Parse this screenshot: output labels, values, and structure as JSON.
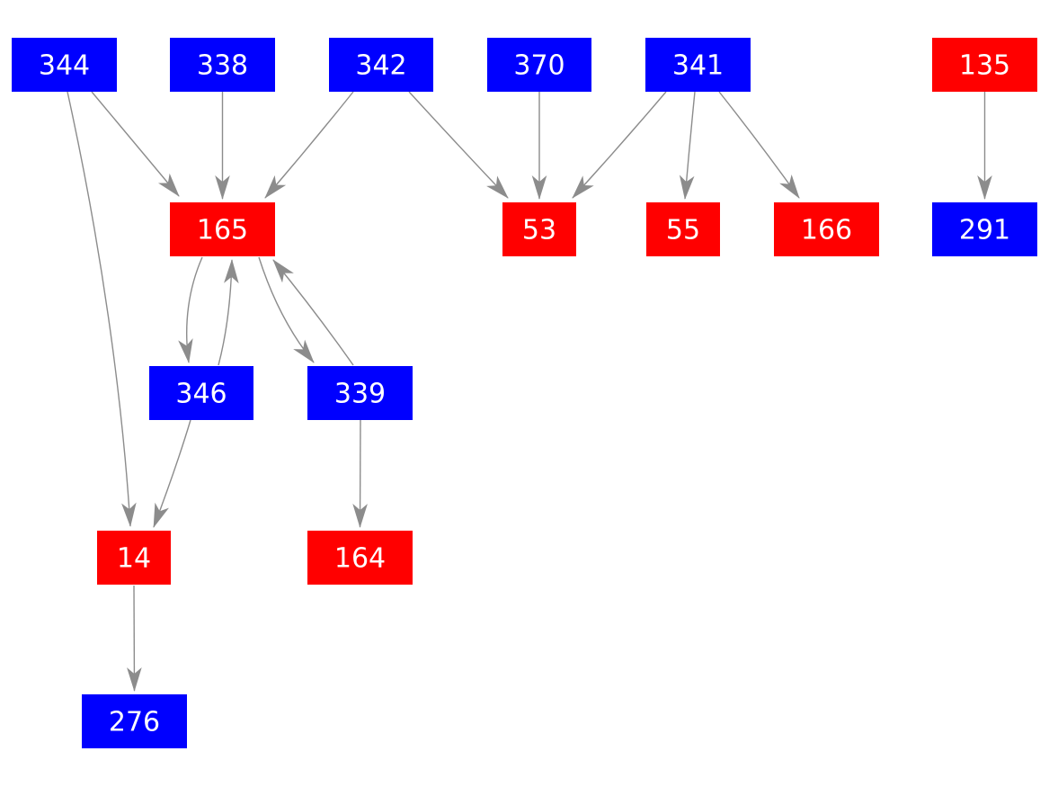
{
  "diagram": {
    "type": "directed-graph",
    "background_color": "#ffffff",
    "edge_color": "#8c8c8c",
    "node_text_color": "#ffffff",
    "node_colors": {
      "blue": "#0000ff",
      "red": "#ff0000"
    },
    "nodes": {
      "344": {
        "label": "344",
        "color": "#0000ff"
      },
      "338": {
        "label": "338",
        "color": "#0000ff"
      },
      "342": {
        "label": "342",
        "color": "#0000ff"
      },
      "370": {
        "label": "370",
        "color": "#0000ff"
      },
      "341": {
        "label": "341",
        "color": "#0000ff"
      },
      "135": {
        "label": "135",
        "color": "#ff0000"
      },
      "165": {
        "label": "165",
        "color": "#ff0000"
      },
      "53": {
        "label": "53",
        "color": "#ff0000"
      },
      "55": {
        "label": "55",
        "color": "#ff0000"
      },
      "166": {
        "label": "166",
        "color": "#ff0000"
      },
      "291": {
        "label": "291",
        "color": "#0000ff"
      },
      "346": {
        "label": "346",
        "color": "#0000ff"
      },
      "339": {
        "label": "339",
        "color": "#0000ff"
      },
      "14": {
        "label": "14",
        "color": "#ff0000"
      },
      "164": {
        "label": "164",
        "color": "#ff0000"
      },
      "276": {
        "label": "276",
        "color": "#0000ff"
      }
    },
    "edges": [
      {
        "from": "344",
        "to": "165"
      },
      {
        "from": "344",
        "to": "14"
      },
      {
        "from": "338",
        "to": "165"
      },
      {
        "from": "342",
        "to": "165"
      },
      {
        "from": "342",
        "to": "53"
      },
      {
        "from": "370",
        "to": "53"
      },
      {
        "from": "341",
        "to": "53"
      },
      {
        "from": "341",
        "to": "55"
      },
      {
        "from": "341",
        "to": "166"
      },
      {
        "from": "135",
        "to": "291"
      },
      {
        "from": "165",
        "to": "346"
      },
      {
        "from": "346",
        "to": "165"
      },
      {
        "from": "165",
        "to": "339"
      },
      {
        "from": "339",
        "to": "165"
      },
      {
        "from": "346",
        "to": "14"
      },
      {
        "from": "339",
        "to": "164"
      },
      {
        "from": "14",
        "to": "276"
      }
    ]
  }
}
